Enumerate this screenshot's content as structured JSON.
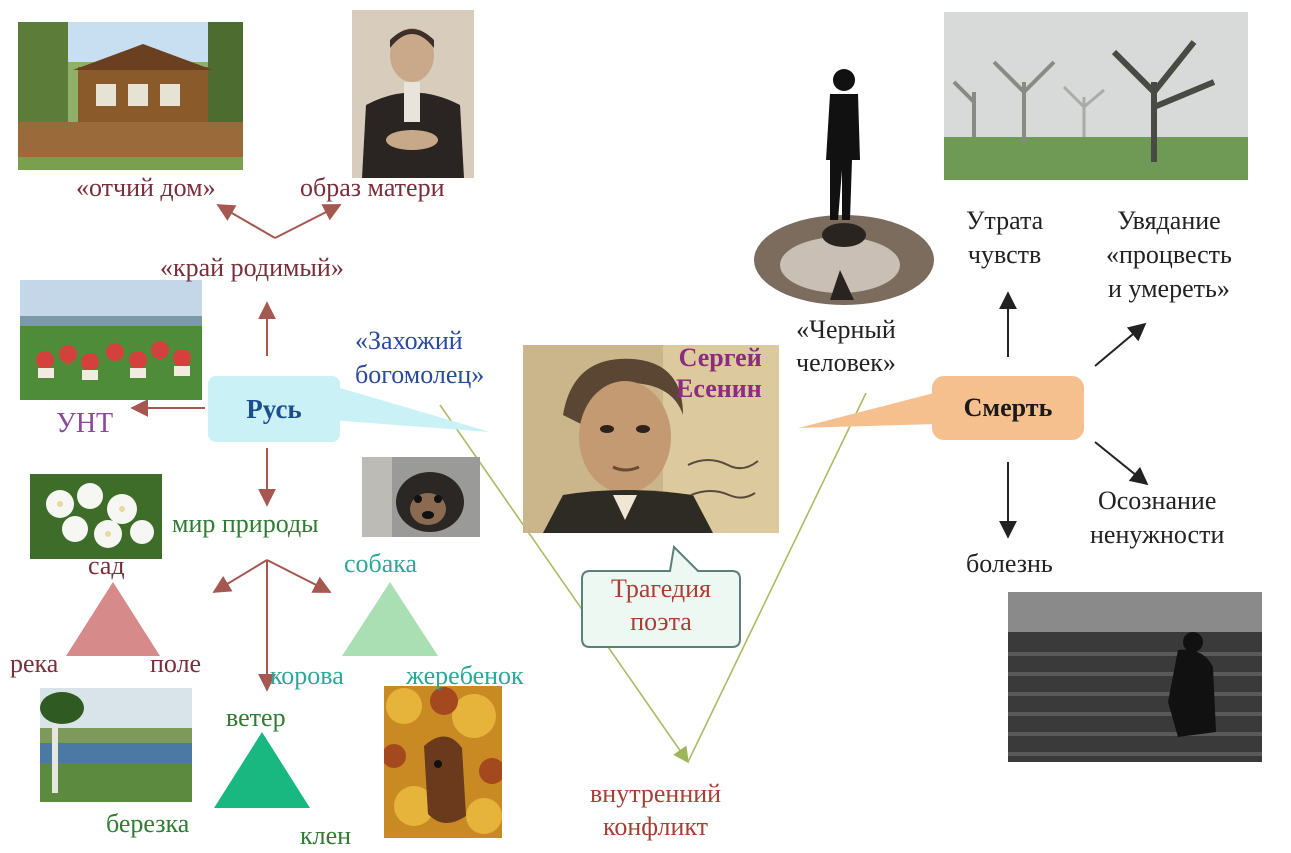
{
  "colors": {
    "arrow_brown": "#a4584f",
    "arrow_dark": "#222222",
    "green_line": "#aabb66",
    "rus_bg": "#c9f1f6",
    "death_bg": "#f6c08e",
    "tragedy_bg": "#eef8f2",
    "tri_pink": "#d68a8a",
    "tri_light_green": "#a9dfb3",
    "tri_green": "#19b881"
  },
  "center": {
    "name_line1": "Сергей",
    "name_line2": "Есенин",
    "portrait_icon": "portrait-photo"
  },
  "left": {
    "home": "«отчий дом»",
    "mother": "образ матери",
    "native_land": "«край родимый»",
    "rus": "Русь",
    "folk_art": "УНТ",
    "nature_world": "мир природы",
    "garden": "сад",
    "river": "река",
    "field": "поле",
    "dog": "собака",
    "cow": "корова",
    "foal": "жеребенок",
    "wind": "ветер",
    "birch": "березка",
    "maple": "клен"
  },
  "middle": {
    "pilgrim": "«Захожий богомолец»",
    "tragedy_line1": "Трагедия",
    "tragedy_line2": "поэта",
    "inner_conflict_line1": "внутренний",
    "inner_conflict_line2": "конфликт",
    "black_man_line1": "«Черный",
    "black_man_line2": "человек»"
  },
  "right": {
    "death": "Смерть",
    "loss_line1": "Утрата",
    "loss_line2": "чувств",
    "fading_line1": "Увядание",
    "fading_line2": "«процвесть",
    "fading_line3": "и умереть»",
    "illness": "болезнь",
    "awareness_line1": "Осознание",
    "awareness_line2": "ненужности"
  }
}
